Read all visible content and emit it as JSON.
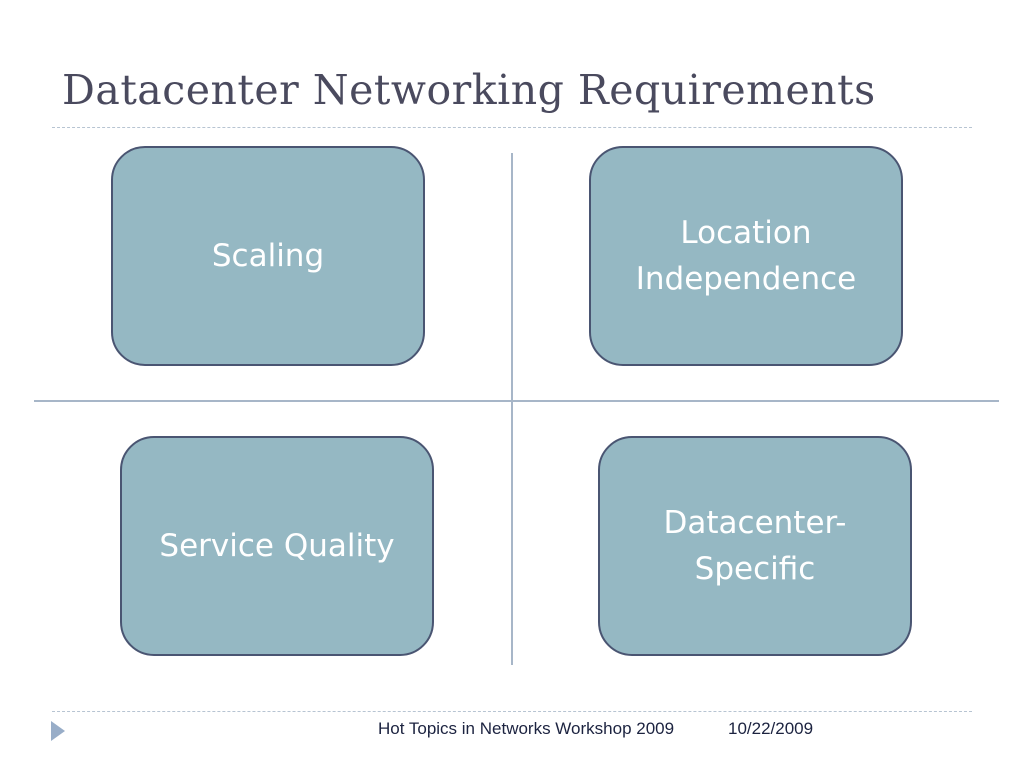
{
  "slide": {
    "title": "Datacenter Networking Requirements",
    "boxes": [
      {
        "label": "Scaling"
      },
      {
        "label": "Location\nIndependence"
      },
      {
        "label": "Service Quality"
      },
      {
        "label": "Datacenter-\nSpecific"
      }
    ],
    "footer": {
      "event": "Hot Topics in Networks Workshop 2009",
      "date": "10/22/2009"
    }
  },
  "colors": {
    "title": "#4a4a5e",
    "box_fill": "#95b8c3",
    "box_border": "#4a5572",
    "box_text": "#ffffff",
    "axis": "#a7b6c8",
    "rule": "#b7c4d2",
    "footer_text": "#1c2340",
    "arrow": "#98adc8"
  }
}
